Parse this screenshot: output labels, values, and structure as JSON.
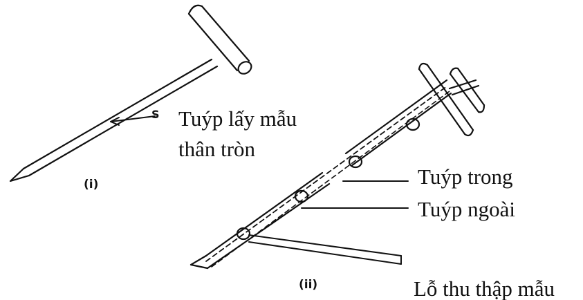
{
  "figure": {
    "tool_i": {
      "caption": "(i)",
      "stray_text": "S",
      "label_line1": "Tuýp lấy mẫu",
      "label_line2": "thân tròn"
    },
    "tool_ii": {
      "caption": "(ii)",
      "label_inner": "Tuýp trong",
      "label_outer": "Tuýp ngoài",
      "label_holes": "Lỗ thu thập mẫu"
    }
  }
}
